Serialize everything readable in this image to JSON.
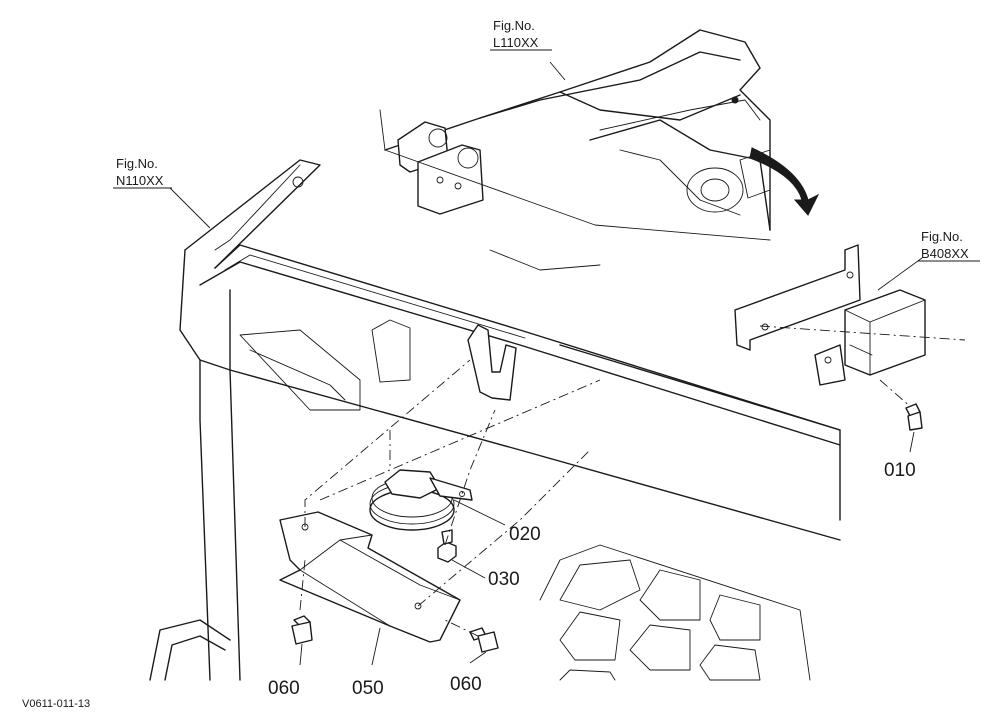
{
  "figure_refs": [
    {
      "id": "l110",
      "line1": "Fig.No.",
      "line2": "L110XX"
    },
    {
      "id": "n110",
      "line1": "Fig.No.",
      "line2": "N110XX"
    },
    {
      "id": "b408",
      "line1": "Fig.No.",
      "line2": "B408XX"
    }
  ],
  "part_numbers": {
    "p010": "010",
    "p020": "020",
    "p030": "030",
    "p050": "050",
    "p060_left": "060",
    "p060_right": "060"
  },
  "drawing_code": "V0611-011-13"
}
